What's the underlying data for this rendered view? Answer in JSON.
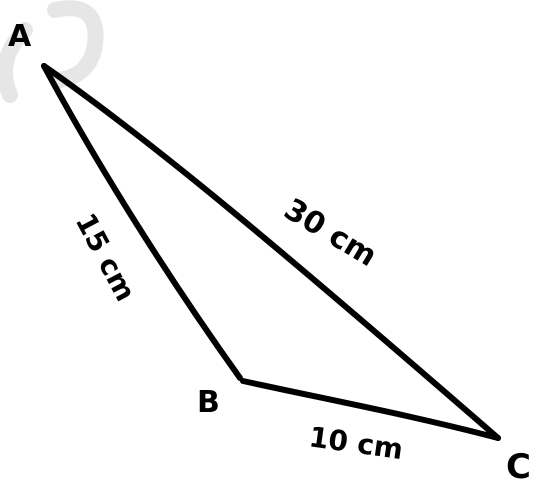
{
  "vertices": {
    "a": "A",
    "b": "B",
    "c": "C"
  },
  "sides": {
    "ab": "15 cm",
    "ac": "30 cm",
    "bc": "10 cm"
  },
  "colors": {
    "stroke": "#000000",
    "watermark": "#e6e6e6"
  }
}
